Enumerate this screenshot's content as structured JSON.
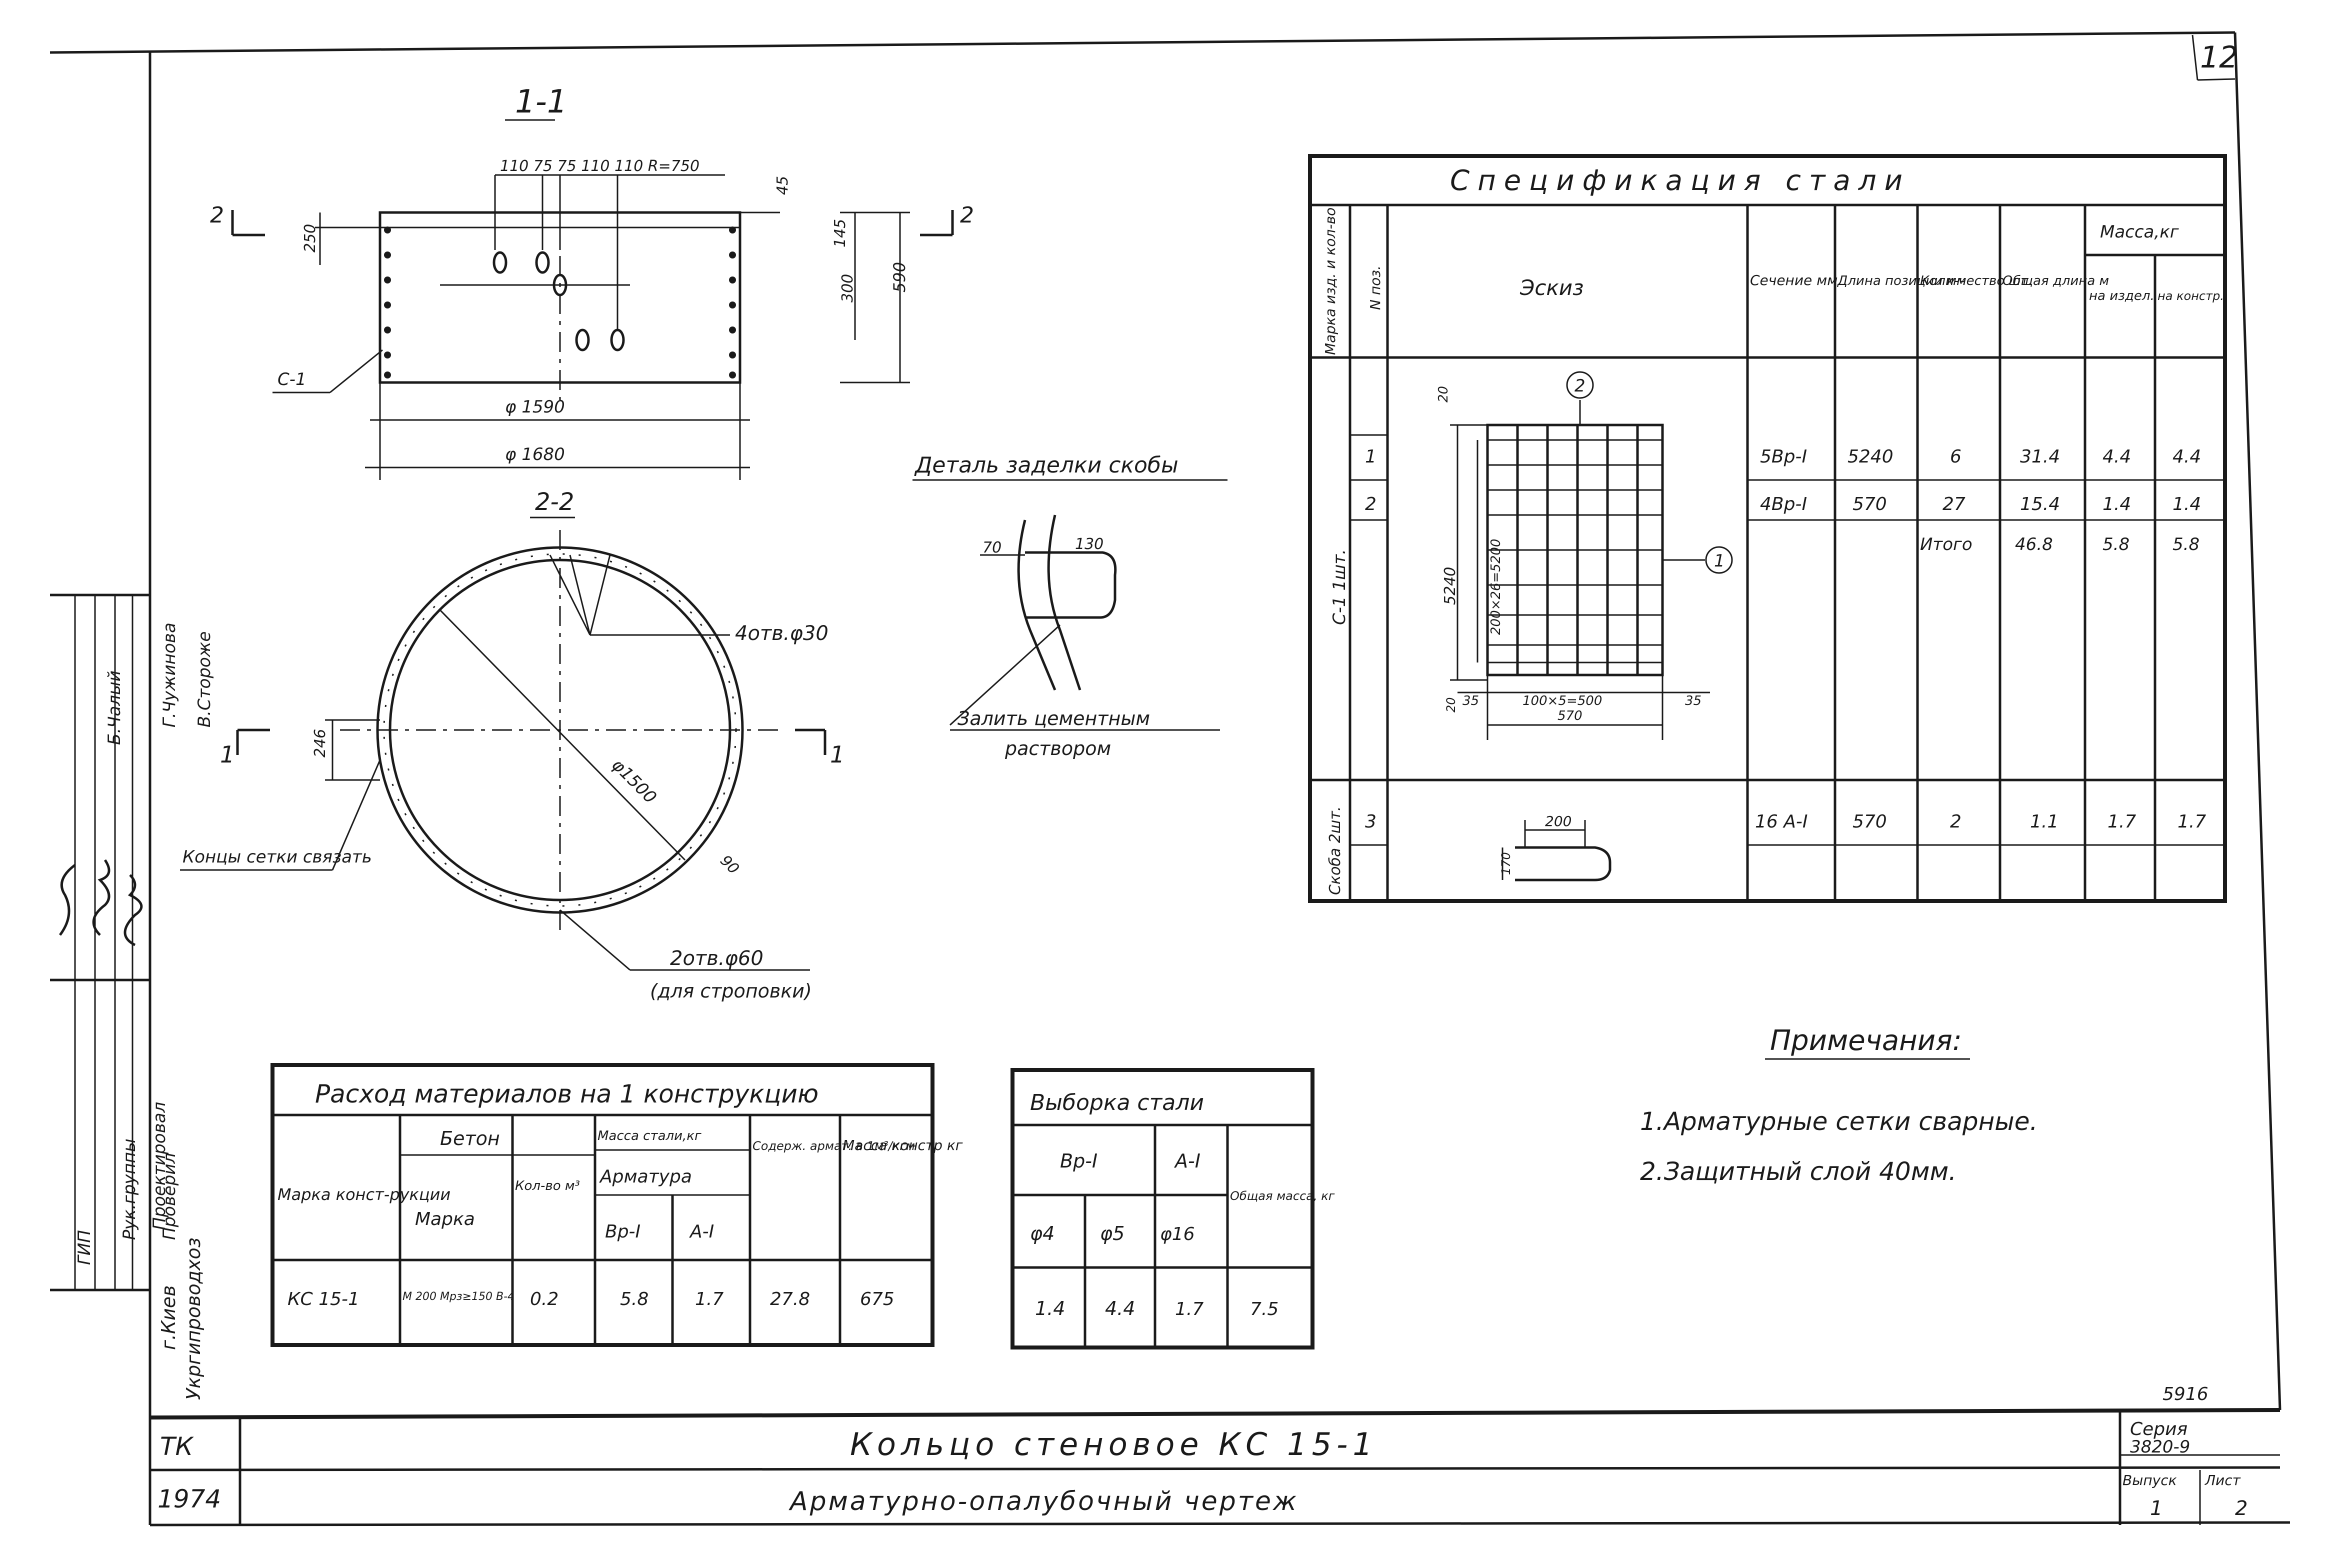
{
  "page_number": "12",
  "section_1_1": {
    "title": "1-1",
    "cut_mark": "2",
    "dims_top": "110 75 75 110  110 R=750",
    "dim_45": "45",
    "dim_250": "250",
    "dim_145": "145",
    "dim_300": "300",
    "dim_590": "590",
    "dim_1590": "φ 1590",
    "dim_1680": "φ 1680",
    "label_c1": "С-1"
  },
  "section_2_2": {
    "title": "2-2",
    "cut_mark": "1",
    "holes_note": "4отв.φ30",
    "diameter": "φ1500",
    "dim_90": "90",
    "dim_246": "246",
    "mesh_ends_note": "Концы сетки связать",
    "lifting_holes_note": "2отв.φ60",
    "lifting_holes_sub": "(для строповки)"
  },
  "detail": {
    "title": "Деталь заделки скобы",
    "dim_70": "70",
    "dim_130": "130",
    "note_line1": "Залить цементным",
    "note_line2": "раствором"
  },
  "spec_table": {
    "title": "Спецификация стали",
    "headers": {
      "mark": "Марка изд. и кол-во",
      "pos": "N поз.",
      "sketch": "Эскиз",
      "section": "Сечение мм",
      "length": "Длина позиции мм",
      "qty": "Коли-чество шт.",
      "total_len": "Общая длина м",
      "mass": "Масса,кг",
      "mass_item": "на издел.",
      "mass_constr": "на констр."
    },
    "group_c1": "С-1 1шт.",
    "group_bracket": "Скоба 2шт.",
    "rows": [
      {
        "pos": "1",
        "section": "5Вр-I",
        "length": "5240",
        "qty": "6",
        "total": "31.4",
        "m_item": "4.4",
        "m_constr": "4.4"
      },
      {
        "pos": "2",
        "section": "4Вр-I",
        "length": "570",
        "qty": "27",
        "total": "15.4",
        "m_item": "1.4",
        "m_constr": "1.4"
      },
      {
        "pos": "",
        "section": "",
        "length": "",
        "qty": "Итого",
        "total": "46.8",
        "m_item": "5.8",
        "m_constr": "5.8"
      },
      {
        "pos": "3",
        "section": "16 А-I",
        "length": "570",
        "qty": "2",
        "total": "1.1",
        "m_item": "1.7",
        "m_constr": "1.7"
      }
    ],
    "sketch_labels": {
      "pos1": "1",
      "pos2": "2",
      "dim_20": "20",
      "dim_5240": "5240",
      "dim_5200": "200×26=5200",
      "dim_500": "100×5=500",
      "dim_35a": "35",
      "dim_35b": "35",
      "dim_20b": "20",
      "dim_570": "570",
      "bracket_200": "200",
      "bracket_170": "170"
    }
  },
  "materials_table": {
    "title": "Расход материалов на 1 конструкцию",
    "h_mark": "Марка конст-рукции",
    "h_concrete": "Бетон",
    "h_concrete_mark": "Марка",
    "h_concrete_vol": "Кол-во м³",
    "h_steel_mass": "Масса стали,кг",
    "h_rebar": "Арматура",
    "h_vr1": "Вр-I",
    "h_a1": "А-I",
    "h_content": "Содерж. армат. в 1м³/кгм",
    "h_mass": "Масса констр кг",
    "row": {
      "mark": "КС 15-1",
      "concrete": "М 200 Мрз≥150 В-4",
      "vol": "0.2",
      "vr1": "5.8",
      "a1": "1.7",
      "content": "27.8",
      "mass": "675"
    }
  },
  "selection_table": {
    "title": "Выборка стали",
    "h_vr1": "Вр-I",
    "h_a1": "А-I",
    "h_total": "Общая масса, кг",
    "h_d4": "φ4",
    "h_d5": "φ5",
    "h_d16": "φ16",
    "row": {
      "d4": "1.4",
      "d5": "4.4",
      "d16": "1.7",
      "total": "7.5"
    }
  },
  "notes": {
    "title": "Примечания:",
    "items": [
      "1.Арматурные сетки сварные.",
      "2.Защитный слой 40мм."
    ]
  },
  "side_stamp": {
    "roles": [
      "ГИП",
      "Рук.группы",
      "Проектировал",
      "Проверил"
    ],
    "names": [
      "Б.Чалый",
      "Г.Чужинова",
      "В.Стороже"
    ],
    "org": "Укргипроводхоз",
    "city": "г.Киев"
  },
  "title_block": {
    "org_code": "ТК",
    "year": "1974",
    "title": "Кольцо стеновое КС 15-1",
    "subtitle": "Арматурно-опалубочный чертеж",
    "number": "5916",
    "series_label": "Серия",
    "series": "3820-9",
    "issue_label": "Выпуск",
    "issue": "1",
    "sheet_label": "Лист",
    "sheet": "2"
  }
}
